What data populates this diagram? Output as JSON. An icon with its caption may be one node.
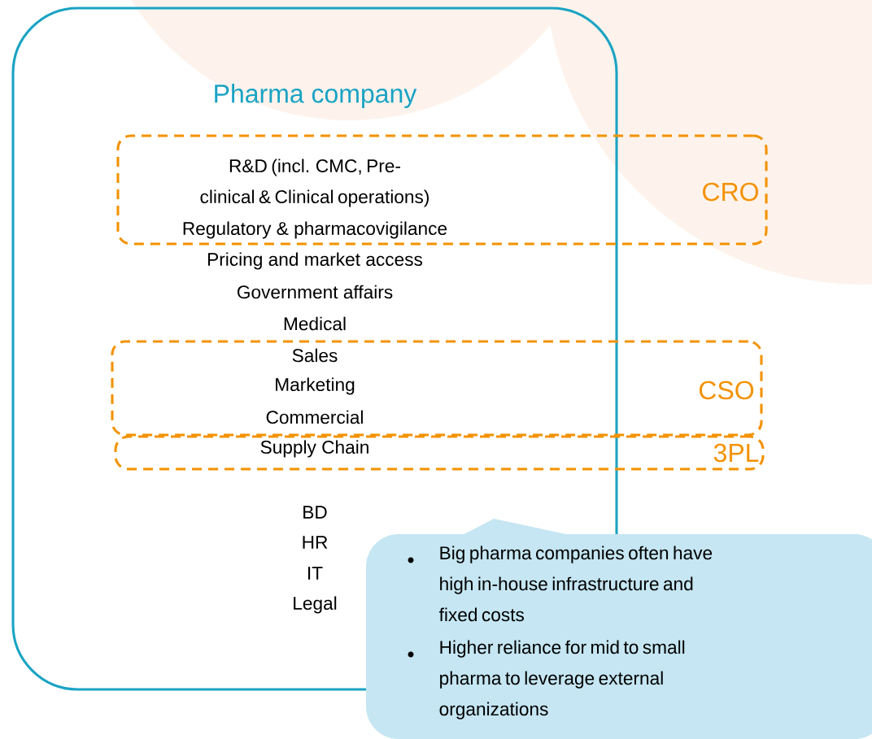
{
  "diagram": {
    "nodes": [
      {
        "text": [
          "Pharma company",
          "Pricing and market access",
          "Government affairs",
          "Medical",
          "BD",
          "HR",
          "IT",
          "Legal"
        ]
      },
      {
        "text": [
          "R&D (incl. CMC, Pre-clinical & Clinical operations)",
          "Regulatory & pharmacovigilance",
          "CRO"
        ]
      },
      {
        "text": [
          "Sales",
          "Marketing",
          "Commercial",
          "CSO"
        ]
      },
      {
        "text": [
          "Supply Chain",
          "3PL"
        ]
      },
      {
        "text": [
          "Big pharma companies often have high in-house infrastructure and fixed costs",
          "Higher reliance for mid to small pharma to leverage external organizations"
        ]
      }
    ]
  }
}
